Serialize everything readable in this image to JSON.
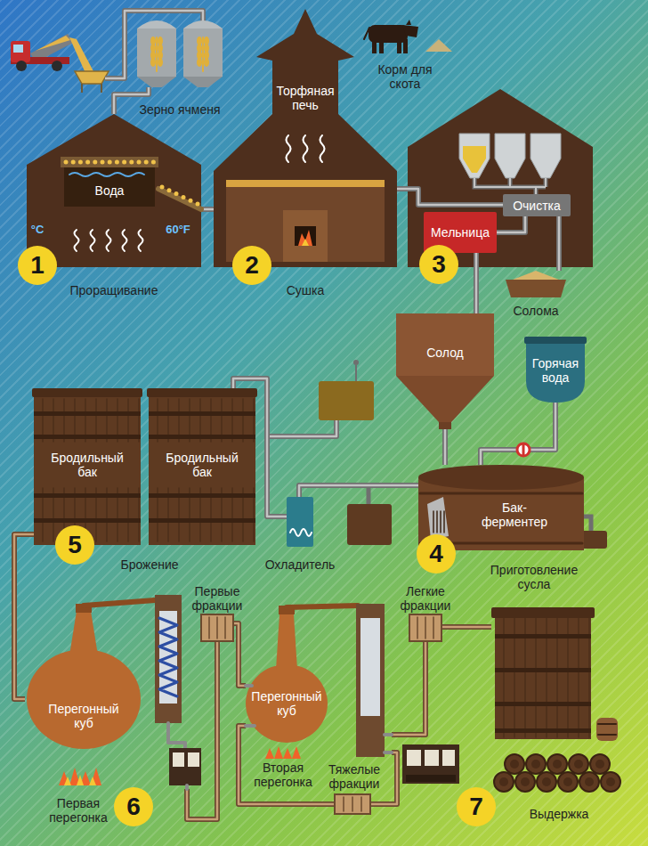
{
  "diagram": {
    "nodes": [
      {
        "text": [
          "Зерно ячменя"
        ]
      },
      {
        "text": [
          "Корм для скота"
        ]
      },
      {
        "text": [
          "Проращивание"
        ]
      },
      {
        "text": [
          "Вода"
        ],
        "in": 2
      },
      {
        "text": [
          "Торфяная печь",
          "Сушка"
        ]
      },
      {
        "text": [
          "Очистка"
        ]
      },
      {
        "text": [
          "Мельница"
        ]
      },
      {
        "text": [
          "Солома"
        ]
      },
      {
        "text": [
          "Солод"
        ]
      },
      {
        "text": [
          "Горячая вода"
        ]
      },
      {
        "text": [
          "Бродильный бак"
        ]
      },
      {
        "text": [
          "Бродильный бак"
        ]
      },
      {
        "text": [
          "Бак-ферментер",
          "Приготовление сусла"
        ]
      },
      {
        "text": [
          "Охладитель"
        ]
      },
      {
        "text": [
          "Перегонный куб",
          "Первая перегонка"
        ]
      },
      {
        "text": [
          "Первые фракции"
        ]
      },
      {
        "text": [
          "Перегонный куб",
          "Вторая перегонка"
        ]
      },
      {
        "text": [
          "Легкие фракции"
        ]
      },
      {
        "text": [
          "Тяжелые фракции"
        ]
      },
      {
        "text": [
          "Выдержка"
        ]
      }
    ],
    "edges": [
      {
        "from": 0,
        "to": 2,
        "arrow": "none"
      },
      {
        "from": 2,
        "to": 4,
        "arrow": "none"
      },
      {
        "from": 4,
        "to": 5,
        "arrow": "none"
      },
      {
        "from": 5,
        "to": 6,
        "arrow": "none"
      },
      {
        "from": 5,
        "to": 7,
        "arrow": "none"
      },
      {
        "from": 6,
        "to": 8,
        "arrow": "none"
      },
      {
        "from": 8,
        "to": 12,
        "arrow": "none"
      },
      {
        "from": 9,
        "to": 12,
        "arrow": "none"
      },
      {
        "from": 12,
        "to": 13,
        "arrow": "none"
      },
      {
        "from": 13,
        "to": 11,
        "arrow": "none"
      },
      {
        "from": 10,
        "to": 14,
        "arrow": "none"
      },
      {
        "from": 14,
        "to": 15,
        "arrow": "none"
      },
      {
        "from": 15,
        "to": 16,
        "arrow": "none"
      },
      {
        "from": 16,
        "to": 17,
        "arrow": "none"
      },
      {
        "from": 16,
        "to": 18,
        "arrow": "none"
      },
      {
        "from": 18,
        "to": 16,
        "arrow": "none"
      },
      {
        "from": 17,
        "to": 19,
        "arrow": "none"
      }
    ],
    "labels": [
      "°C",
      "60°F",
      "1",
      "2",
      "3",
      "4",
      "5",
      "6",
      "7",
      "Брожение"
    ]
  }
}
